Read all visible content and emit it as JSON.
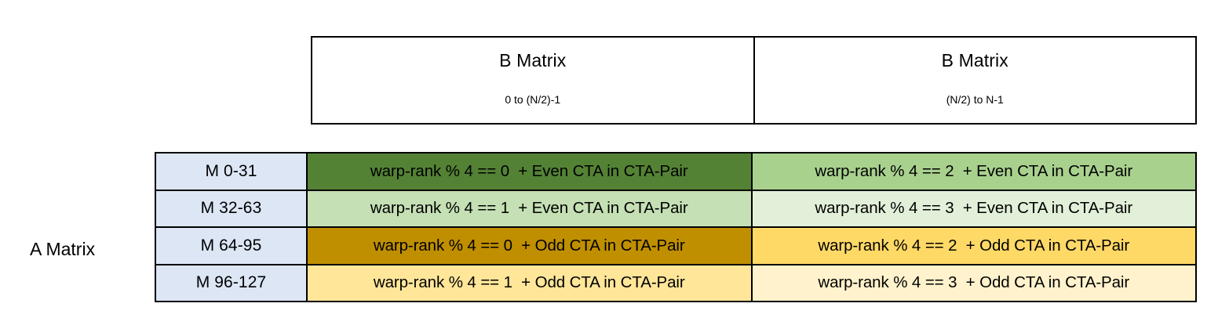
{
  "diagram": {
    "row_axis_label": "A Matrix",
    "column_headers": [
      {
        "title": "B Matrix",
        "range": "0 to (N/2)-1"
      },
      {
        "title": "B Matrix",
        "range": "(N/2) to N-1"
      }
    ],
    "row_labels": [
      "M 0-31",
      "M 32-63",
      "M 64-95",
      "M 96-127"
    ],
    "cells": [
      [
        {
          "text": "warp-rank % 4 == 0  + Even CTA in CTA-Pair",
          "color": "#548235"
        },
        {
          "text": "warp-rank % 4 == 2  + Even CTA in CTA-Pair",
          "color": "#a9d18e"
        }
      ],
      [
        {
          "text": "warp-rank % 4 == 1  + Even CTA in CTA-Pair",
          "color": "#c5e0b4"
        },
        {
          "text": "warp-rank % 4 == 3  + Even CTA in CTA-Pair",
          "color": "#e2f0d9"
        }
      ],
      [
        {
          "text": "warp-rank % 4 == 0  + Odd CTA in CTA-Pair",
          "color": "#bf8f00"
        },
        {
          "text": "warp-rank % 4 == 2  + Odd CTA in CTA-Pair",
          "color": "#ffd966"
        }
      ],
      [
        {
          "text": "warp-rank % 4 == 1  + Odd CTA in CTA-Pair",
          "color": "#ffe699"
        },
        {
          "text": "warp-rank % 4 == 3  + Odd CTA in CTA-Pair",
          "color": "#fff2cc"
        }
      ]
    ],
    "row_label_color": "#dce6f5",
    "header_color": "#ffffff",
    "border_color": "#000000"
  }
}
